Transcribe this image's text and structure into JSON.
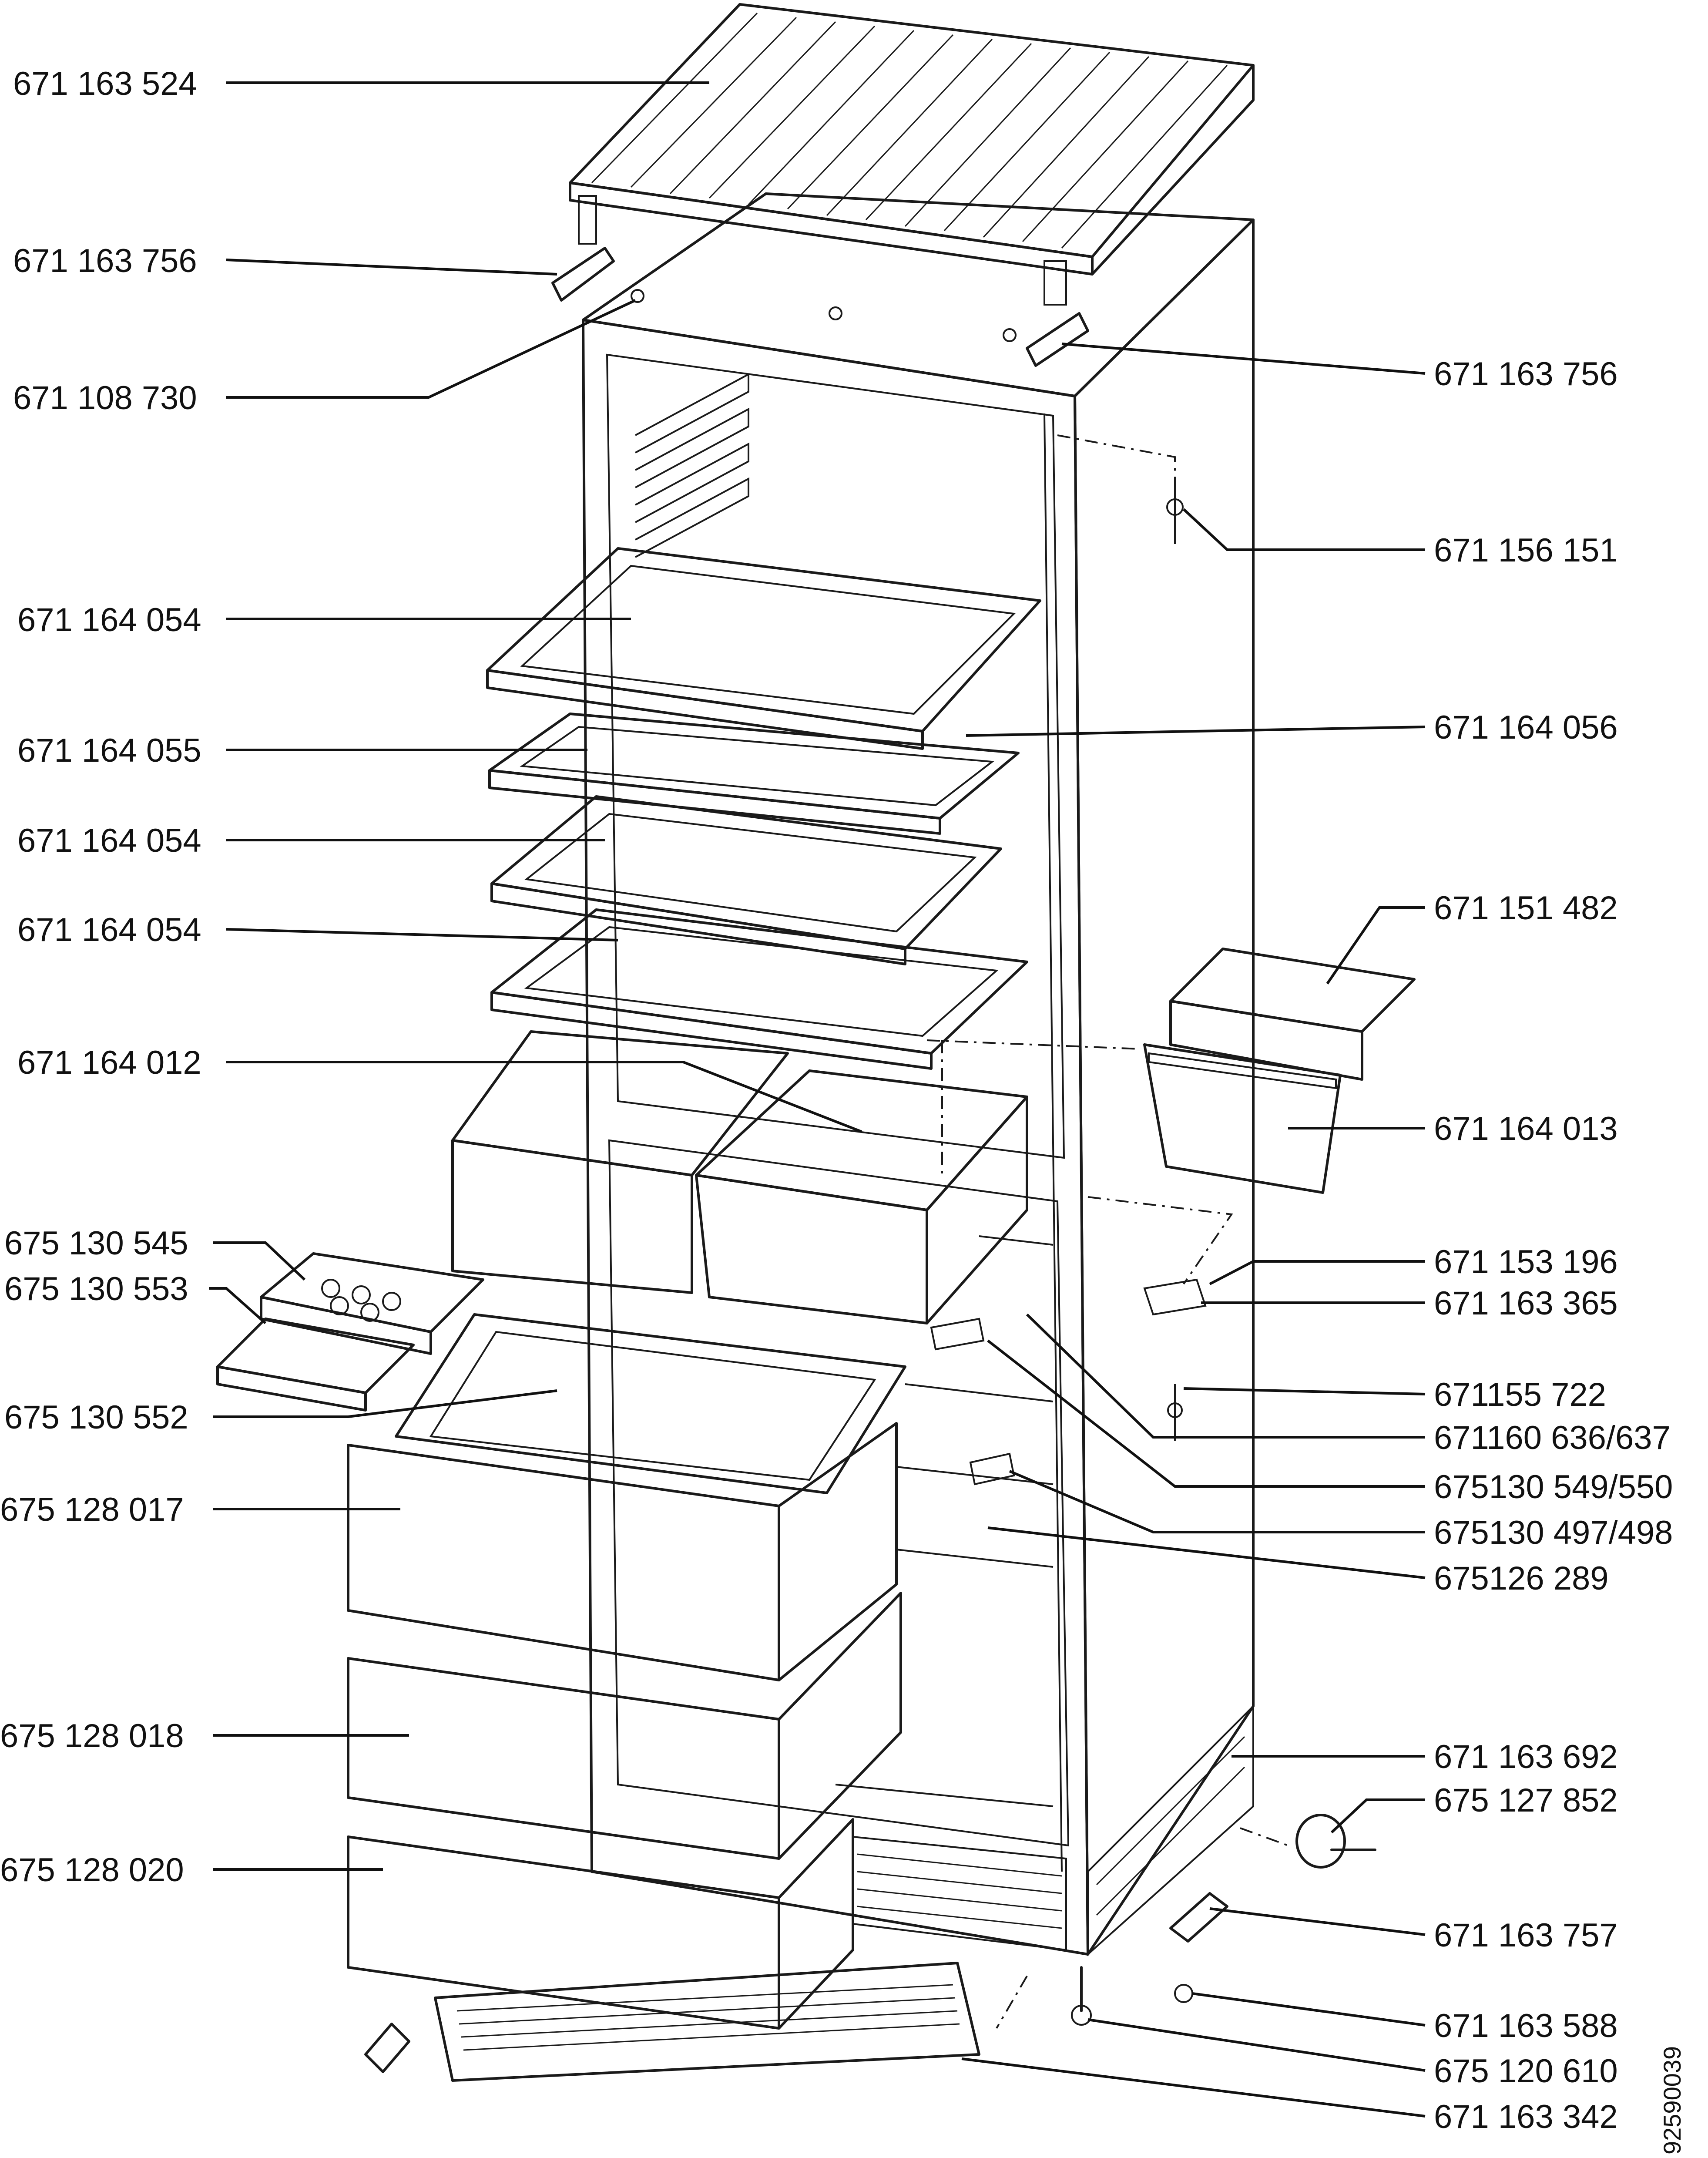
{
  "diagram": {
    "drawing_code": "92590039",
    "labels": {
      "top_cover": "671 163 524",
      "hinge_top_left": "671 163 756",
      "screw_top": "671 108 730",
      "hinge_top_right": "671 163 756",
      "lamp_switch": "671 156 151",
      "shelf_1": "671 164 054",
      "shelf_2": "671 164 055",
      "shelf_2_back": "671 164 056",
      "shelf_3": "671 164 054",
      "shelf_4": "671 164 054",
      "tray_right": "671 151 482",
      "crisper_pair": "671 164 012",
      "bin_right": "671 164 013",
      "ice_tray": "675 130 545",
      "ice_plate": "675 130 553",
      "drawer_lid": "675 130 552",
      "drawer_1": "675 128 017",
      "drawer_2": "675 128 018",
      "drawer_3": "675 128 020",
      "bracket_1": "671 153 196",
      "bracket_2": "671 163 365",
      "pin": "671155 722",
      "support_1": "671160 636/637",
      "support_2": "675130 549/550",
      "support_3": "675130 497/498",
      "freezer_back": "675126 289",
      "base_frame": "671 163 692",
      "foot_wheel": "675 127 852",
      "hinge_bottom": "671 163 757",
      "washer": "671 163 588",
      "adjust_foot": "675 120 610",
      "kick_plate": "671 163 342"
    }
  }
}
